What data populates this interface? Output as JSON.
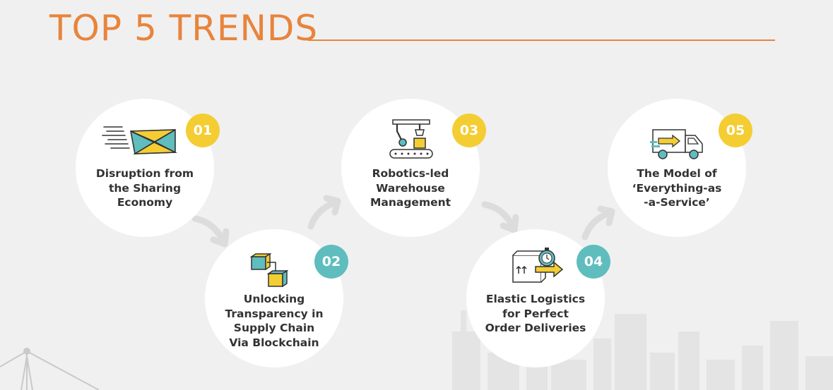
{
  "title": "TOP 5 TRENDS",
  "colors": {
    "accent": "#e8843c",
    "yellow": "#f4cd33",
    "teal": "#5fbdbe",
    "text": "#333333",
    "background": "#f0f0f0"
  },
  "trends": [
    {
      "number": "01",
      "label": "Disruption from\nthe Sharing\nEconomy",
      "icon": "shipping-box-speed-icon",
      "badge_color": "yellow"
    },
    {
      "number": "02",
      "label": "Unlocking\nTransparency in\nSupply Chain\nVia Blockchain",
      "icon": "blockchain-cubes-icon",
      "badge_color": "teal"
    },
    {
      "number": "03",
      "label": "Robotics-led\nWarehouse\nManagement",
      "icon": "robotic-arm-conveyor-icon",
      "badge_color": "yellow"
    },
    {
      "number": "04",
      "label": "Elastic Logistics\nfor Perfect\nOrder Deliveries",
      "icon": "timed-delivery-box-icon",
      "badge_color": "teal"
    },
    {
      "number": "05",
      "label": "The Model of\n‘Everything-as\n-a-Service’",
      "icon": "delivery-truck-icon",
      "badge_color": "yellow"
    }
  ]
}
